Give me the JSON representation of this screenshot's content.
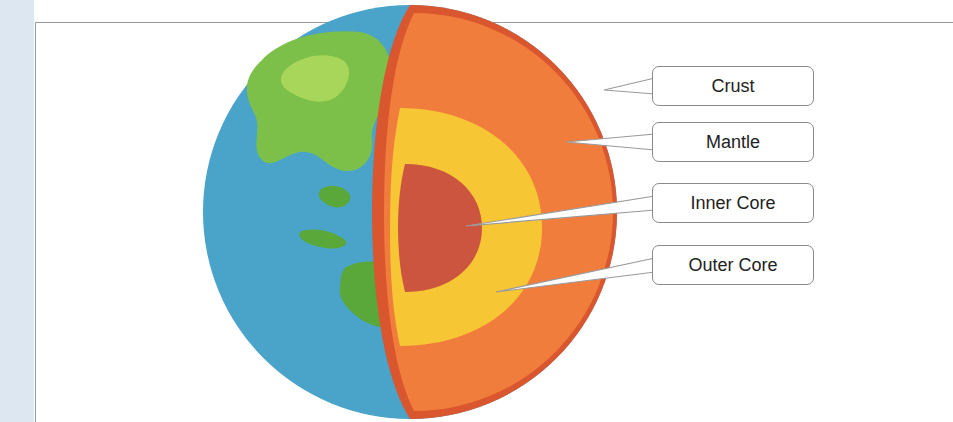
{
  "diagram": {
    "nodes": [
      {
        "text": [
          "Crust"
        ]
      },
      {
        "text": [
          "Mantle"
        ]
      },
      {
        "text": [
          "Inner Core"
        ]
      },
      {
        "text": [
          "Outer Core"
        ]
      }
    ]
  }
}
